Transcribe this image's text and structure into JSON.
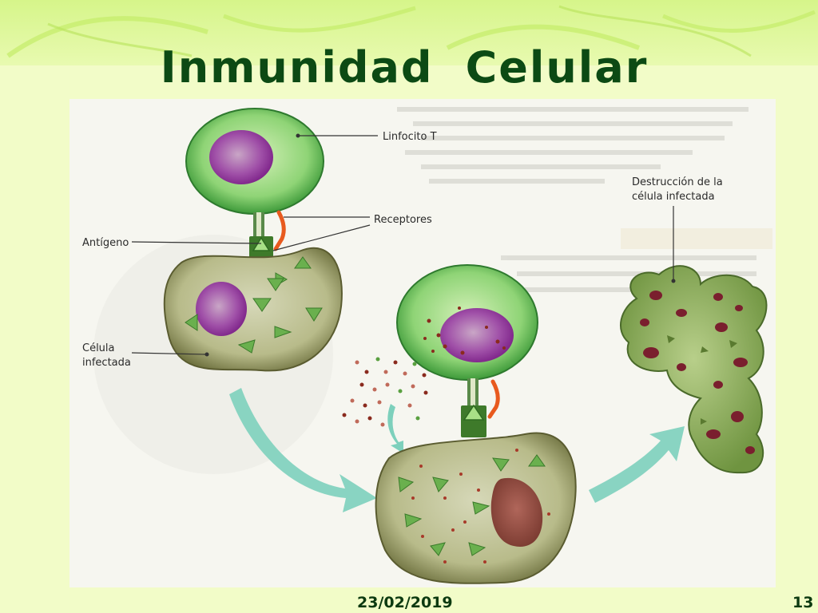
{
  "slide": {
    "title_word1": "Inmunidad",
    "title_word2": "Celular",
    "date": "23/02/2019",
    "page_number": "13"
  },
  "diagram": {
    "labels": {
      "linfocito_t": "Linfocito T",
      "receptores": "Receptores",
      "antigeno": "Antígeno",
      "celula_infectada_line1": "Célula",
      "celula_infectada_line2": "infectada",
      "destruccion_line1": "Destrucción de la",
      "destruccion_line2": "célula infectada"
    }
  },
  "colors": {
    "title": "#0c4a14",
    "header_band": "#d6f58a",
    "background": "#f2fcc8",
    "lymphocyte_green": "#7ec86a",
    "nucleus_purple": "#8a2f9a",
    "infected_cell": "#b9c090",
    "antigen_green": "#5fb04a",
    "receptor_orange": "#e85a1e",
    "arrow_teal": "#6cc8b0",
    "destroyed_cell": "#8fae5e"
  }
}
